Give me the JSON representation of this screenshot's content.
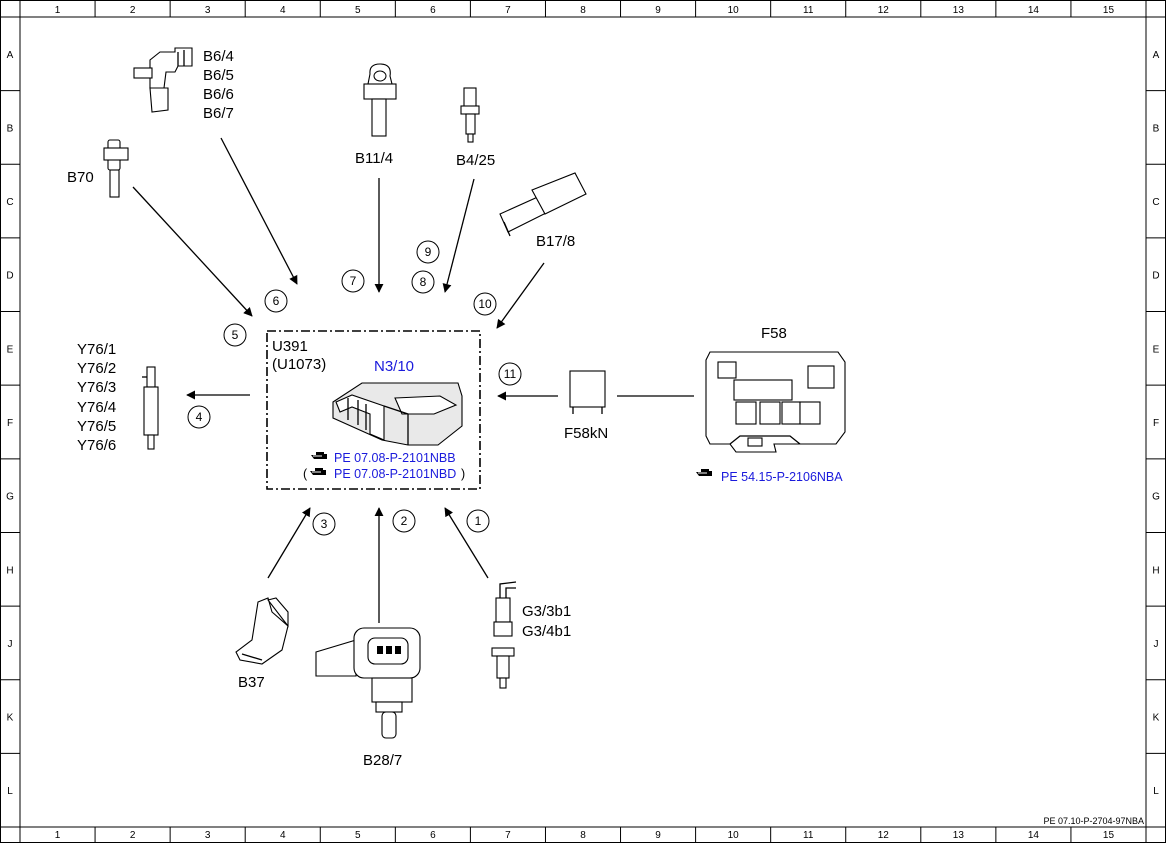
{
  "grid": {
    "columns": [
      "1",
      "2",
      "3",
      "4",
      "5",
      "6",
      "7",
      "8",
      "9",
      "10",
      "11",
      "12",
      "13",
      "14",
      "15"
    ],
    "rows": [
      "A",
      "B",
      "C",
      "D",
      "E",
      "F",
      "G",
      "H",
      "J",
      "K",
      "L"
    ]
  },
  "control_unit": {
    "group_code": "U391",
    "group_code_alt": "(U1073)",
    "name": "N3/10",
    "ref_1": "PE 07.08-P-2101NBB",
    "ref_2": "PE 07.08-P-2101NBD",
    "ref_2_open": "(",
    "ref_2_close": ")"
  },
  "components": {
    "b6": [
      "B6/4",
      "B6/5",
      "B6/6",
      "B6/7"
    ],
    "b70": "B70",
    "b11_4": "B11/4",
    "b4_25": "B4/25",
    "b17_8": "B17/8",
    "f58": "F58",
    "f58_ref": "PE 54.15-P-2106NBA",
    "f58kn": "F58kN",
    "y76": [
      "Y76/1",
      "Y76/2",
      "Y76/3",
      "Y76/4",
      "Y76/5",
      "Y76/6"
    ],
    "b37": "B37",
    "b28_7": "B28/7",
    "g3": [
      "G3/3b1",
      "G3/4b1"
    ]
  },
  "signal_numbers": {
    "s1": "1",
    "s2": "2",
    "s3": "3",
    "s4": "4",
    "s5": "5",
    "s6": "6",
    "s7": "7",
    "s8": "8",
    "s9": "9",
    "s10": "10",
    "s11": "11"
  },
  "document_code": "PE 07.10-P-2704-97NBA"
}
